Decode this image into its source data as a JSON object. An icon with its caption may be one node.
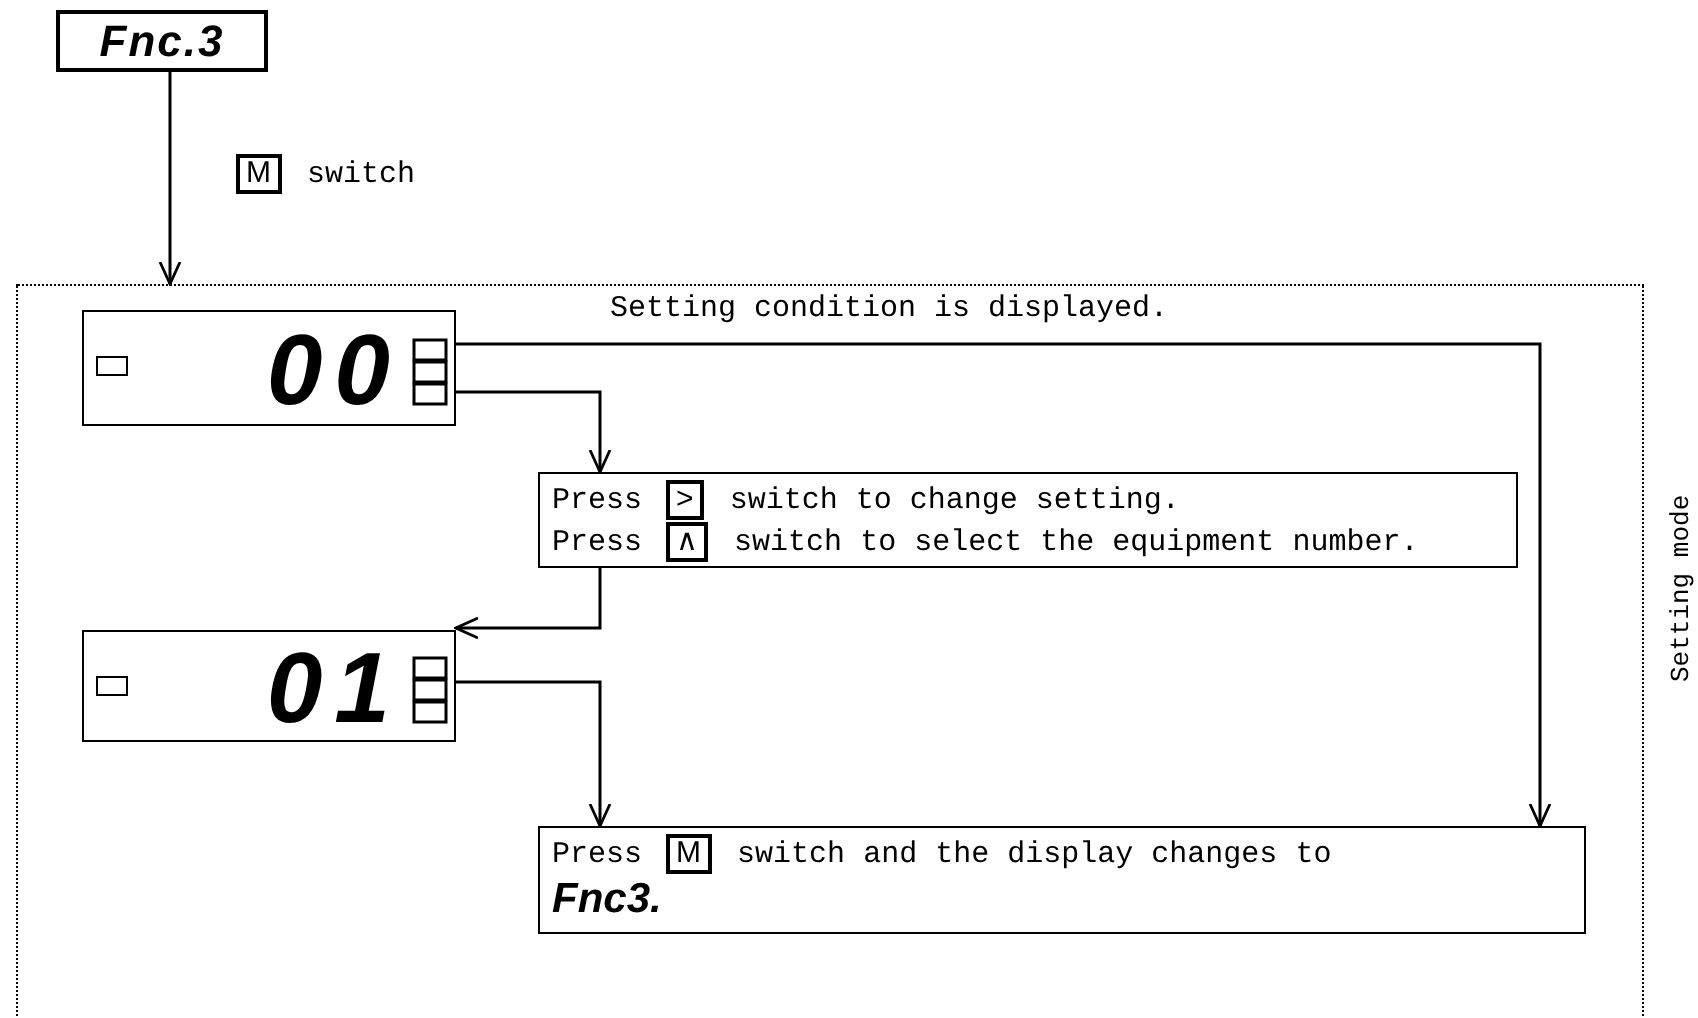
{
  "diagram": {
    "nodes": [
      {
        "text": [
          "Fnc.3"
        ]
      },
      {
        "text": [
          "Setting mode"
        ]
      },
      {
        "text": [
          "00"
        ],
        "in": 1
      },
      {
        "text": [
          "Press > switch to change setting.",
          "Press ∧ switch to select the equipment number."
        ],
        "in": 1
      },
      {
        "text": [
          "01"
        ],
        "in": 1
      },
      {
        "text": [
          "Press M switch and the display changes to Fnc3."
        ],
        "in": 1
      }
    ],
    "edges": [
      {
        "from": 0,
        "to": 1,
        "arrow": "to",
        "label": "M switch"
      },
      {
        "from": 2,
        "to": 3,
        "arrow": "to"
      },
      {
        "from": 3,
        "to": 4,
        "arrow": "to"
      },
      {
        "from": 4,
        "to": 5,
        "arrow": "to"
      },
      {
        "from": 2,
        "to": 5,
        "arrow": "to"
      }
    ],
    "labels": [
      "Setting condition is displayed."
    ]
  }
}
